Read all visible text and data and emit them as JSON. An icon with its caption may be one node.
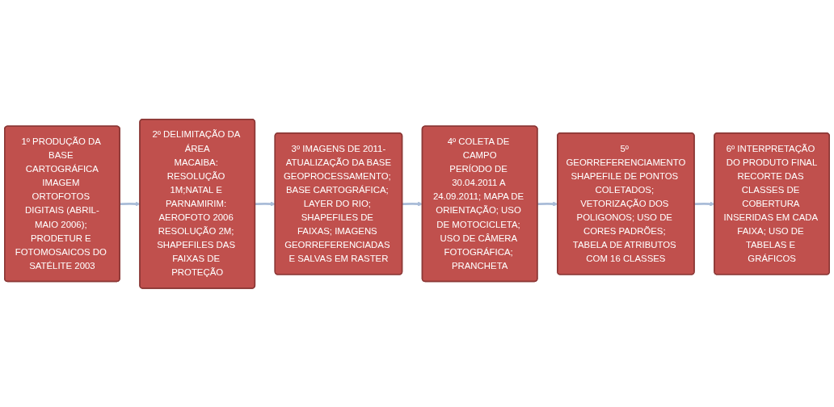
{
  "diagram": {
    "nodes": [
      {
        "text": [
          "1º PRODUÇÃO DA BASE CARTOGRÁFICA",
          "IMAGEM ORTOFOTOS DIGITAIS (ABRIL-MAIO 2006); PRODETUR E FOTOMOSAICOS DO SATÉLITE 2003"
        ]
      },
      {
        "text": [
          "2º DELIMITAÇÃO DA ÁREA",
          "MACAIBA: RESOLUÇÃO 1M;NATAL E PARNAMIRIM: AEROFOTO 2006 RESOLUÇÃO 2M; SHAPEFILES DAS FAIXAS DE PROTEÇÃO"
        ]
      },
      {
        "text": [
          "3º IMAGENS DE 2011-ATUALIZAÇÃO DA BASE",
          "GEOPROCESSAMENTO; BASE CARTOGRÁFICA; LAYER DO RIO; SHAPEFILES DE FAIXAS; IMAGENS GEORREFERENCIADAS E SALVAS EM RASTER"
        ]
      },
      {
        "text": [
          "4º COLETA DE CAMPO",
          "PERÍODO DE 30.04.2011 A 24.09.2011; MAPA DE ORIENTAÇÃO; USO DE MOTOCICLETA; USO DE CÂMERA FOTOGRÁFICA; PRANCHETA"
        ]
      },
      {
        "text": [
          "5º GEORREFERENCIAMENTO",
          "SHAPEFILE DE PONTOS COLETADOS; VETORIZAÇÃO DOS POLIGONOS; USO DE CORES PADRÕES; TABELA DE ATRIBUTOS COM 16 CLASSES"
        ]
      },
      {
        "text": [
          "6º INTERPRETAÇÃO DO PRODUTO FINAL",
          "RECORTE DAS CLASSES DE COBERTURA INSERIDAS EM CADA FAIXA; USO DE TABELAS E GRÁFICOS"
        ]
      }
    ],
    "edges": [
      {
        "from": 0,
        "to": 1,
        "arrow": "to"
      },
      {
        "from": 1,
        "to": 2,
        "arrow": "to"
      },
      {
        "from": 2,
        "to": 3,
        "arrow": "to"
      },
      {
        "from": 3,
        "to": 4,
        "arrow": "to"
      },
      {
        "from": 4,
        "to": 5,
        "arrow": "to"
      }
    ]
  }
}
